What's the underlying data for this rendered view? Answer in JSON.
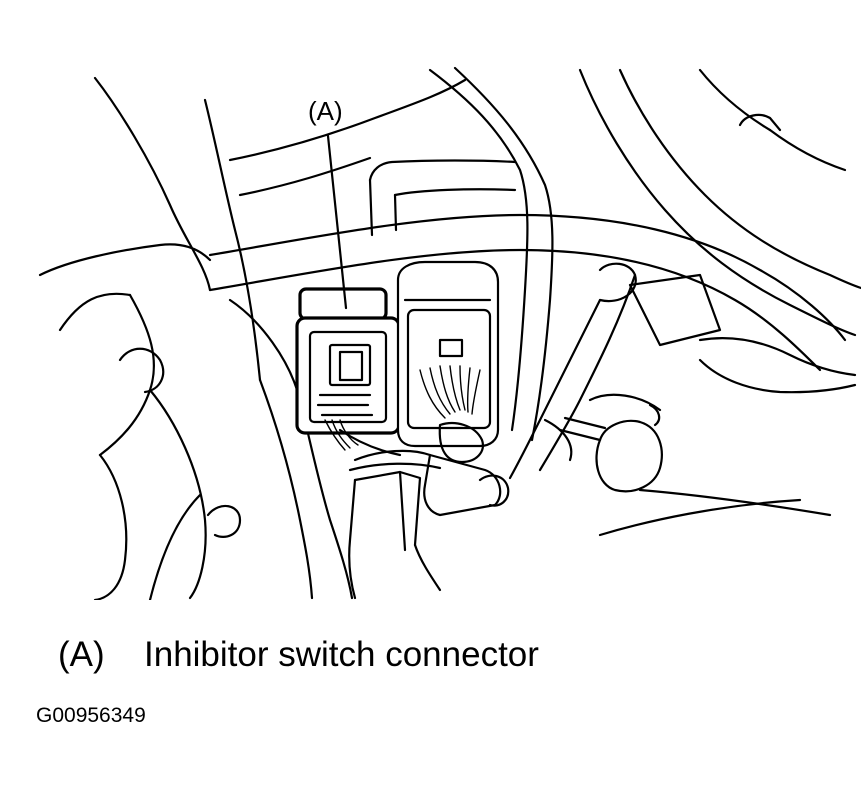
{
  "callout": {
    "key": "(A)"
  },
  "legend": [
    {
      "key": "(A)",
      "text": "Inhibitor switch connector"
    }
  ],
  "figure_id": "G00956349"
}
